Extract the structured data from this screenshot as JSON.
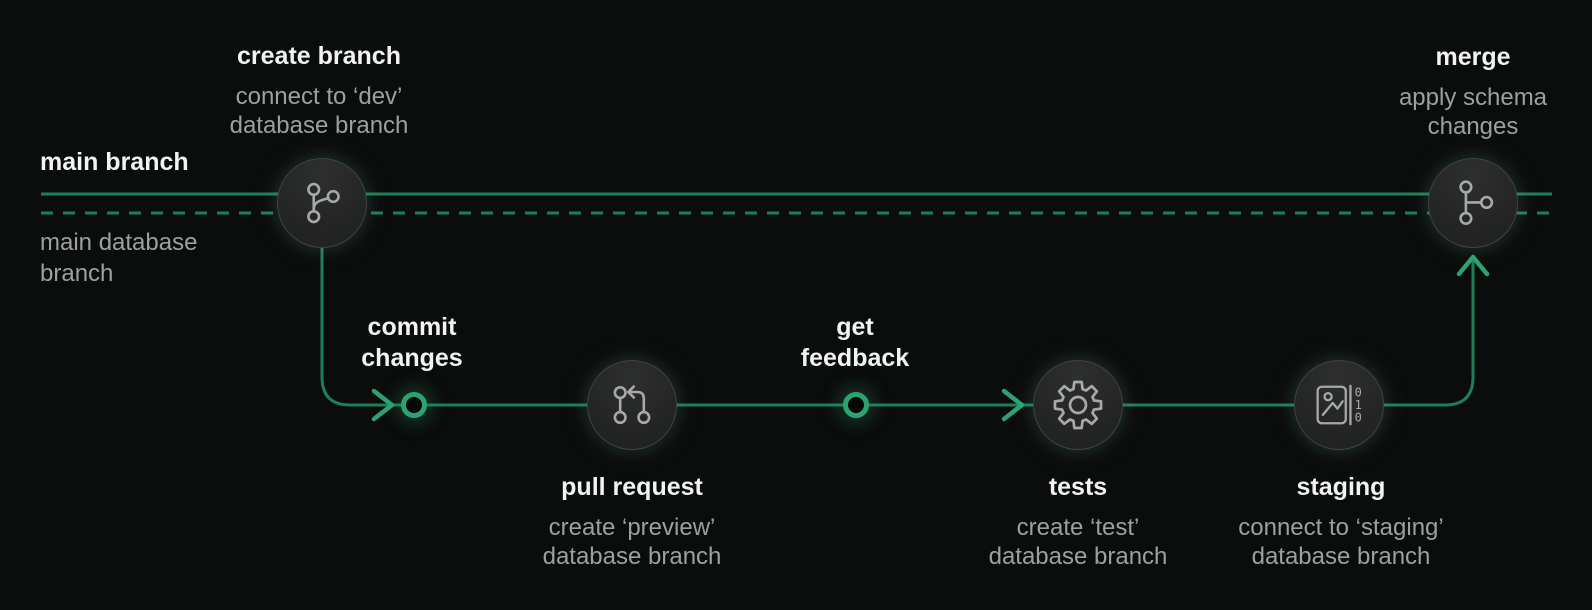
{
  "colors": {
    "background": "#0b0c0c",
    "lane_line": "#1e7f56",
    "branch_line": "#1e7f56",
    "accent": "#2da271",
    "node_fill": "#262727",
    "node_border": "#414343",
    "icon_stroke": "#a7a9a8",
    "title_text": "#f2f3f3",
    "subtitle_text": "#9da09f"
  },
  "lanes": {
    "main": {
      "label": "main branch",
      "sublabel_lines": [
        "main database",
        "branch"
      ],
      "code_line_style": "solid",
      "database_line_style": "dashed"
    }
  },
  "nodes": [
    {
      "id": "create-branch",
      "title": "create branch",
      "subtitle_lines": [
        "connect to ‘dev’",
        "database branch"
      ],
      "icon": "git-branch-icon"
    },
    {
      "id": "commit-changes",
      "title_lines": [
        "commit",
        "changes"
      ],
      "icon": "commit-ring"
    },
    {
      "id": "pull-request",
      "title": "pull request",
      "subtitle_lines": [
        "create ‘preview’",
        "database branch"
      ],
      "icon": "git-pull-request-icon"
    },
    {
      "id": "get-feedback",
      "title_lines": [
        "get",
        "feedback"
      ],
      "icon": "commit-ring"
    },
    {
      "id": "tests",
      "title": "tests",
      "subtitle_lines": [
        "create ‘test’",
        "database branch"
      ],
      "icon": "gear-icon"
    },
    {
      "id": "staging",
      "title": "staging",
      "subtitle_lines": [
        "connect to ‘staging’",
        "database branch"
      ],
      "icon": "schema-diff-icon"
    },
    {
      "id": "merge",
      "title": "merge",
      "subtitle_lines": [
        "apply schema",
        "changes"
      ],
      "icon": "git-merge-icon"
    }
  ]
}
